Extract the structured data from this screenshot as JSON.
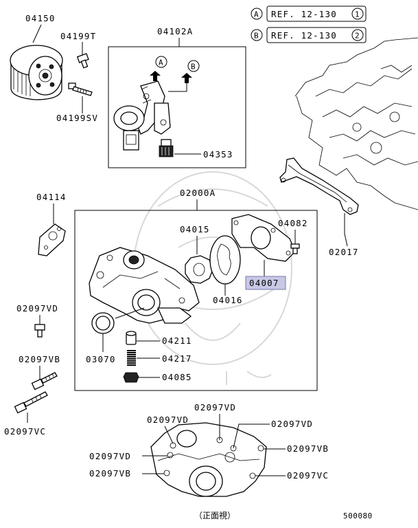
{
  "refs": [
    {
      "letter": "A",
      "text": "REF. 12-130",
      "num": "1"
    },
    {
      "letter": "B",
      "text": "REF. 12-130",
      "num": "2"
    }
  ],
  "arrows": {
    "a": "A",
    "b": "B"
  },
  "labels": {
    "p04150": "04150",
    "p04199T": "04199T",
    "p04199SV": "04199SV",
    "p04102A": "04102A",
    "p04353": "04353",
    "p04114": "04114",
    "p02000A": "02000A",
    "p04015": "04015",
    "p04082": "04082",
    "p04007": "04007",
    "p04016": "04016",
    "p02017": "02017",
    "p02097VD": "02097VD",
    "p04211": "04211",
    "p02097VB": "02097VB",
    "p03070": "03070",
    "p04217": "04217",
    "p04085": "04085",
    "p02097VC": "02097VC",
    "b_02097VD_top": "02097VD",
    "b_02097VD_left1": "02097VD",
    "b_02097VD_right": "02097VD",
    "b_02097VD_left2": "02097VD",
    "b_02097VB_right": "02097VB",
    "b_02097VB_left": "02097VB",
    "b_02097VC_right": "02097VC"
  },
  "caption": "（正面視）",
  "diagram_id": "500080"
}
